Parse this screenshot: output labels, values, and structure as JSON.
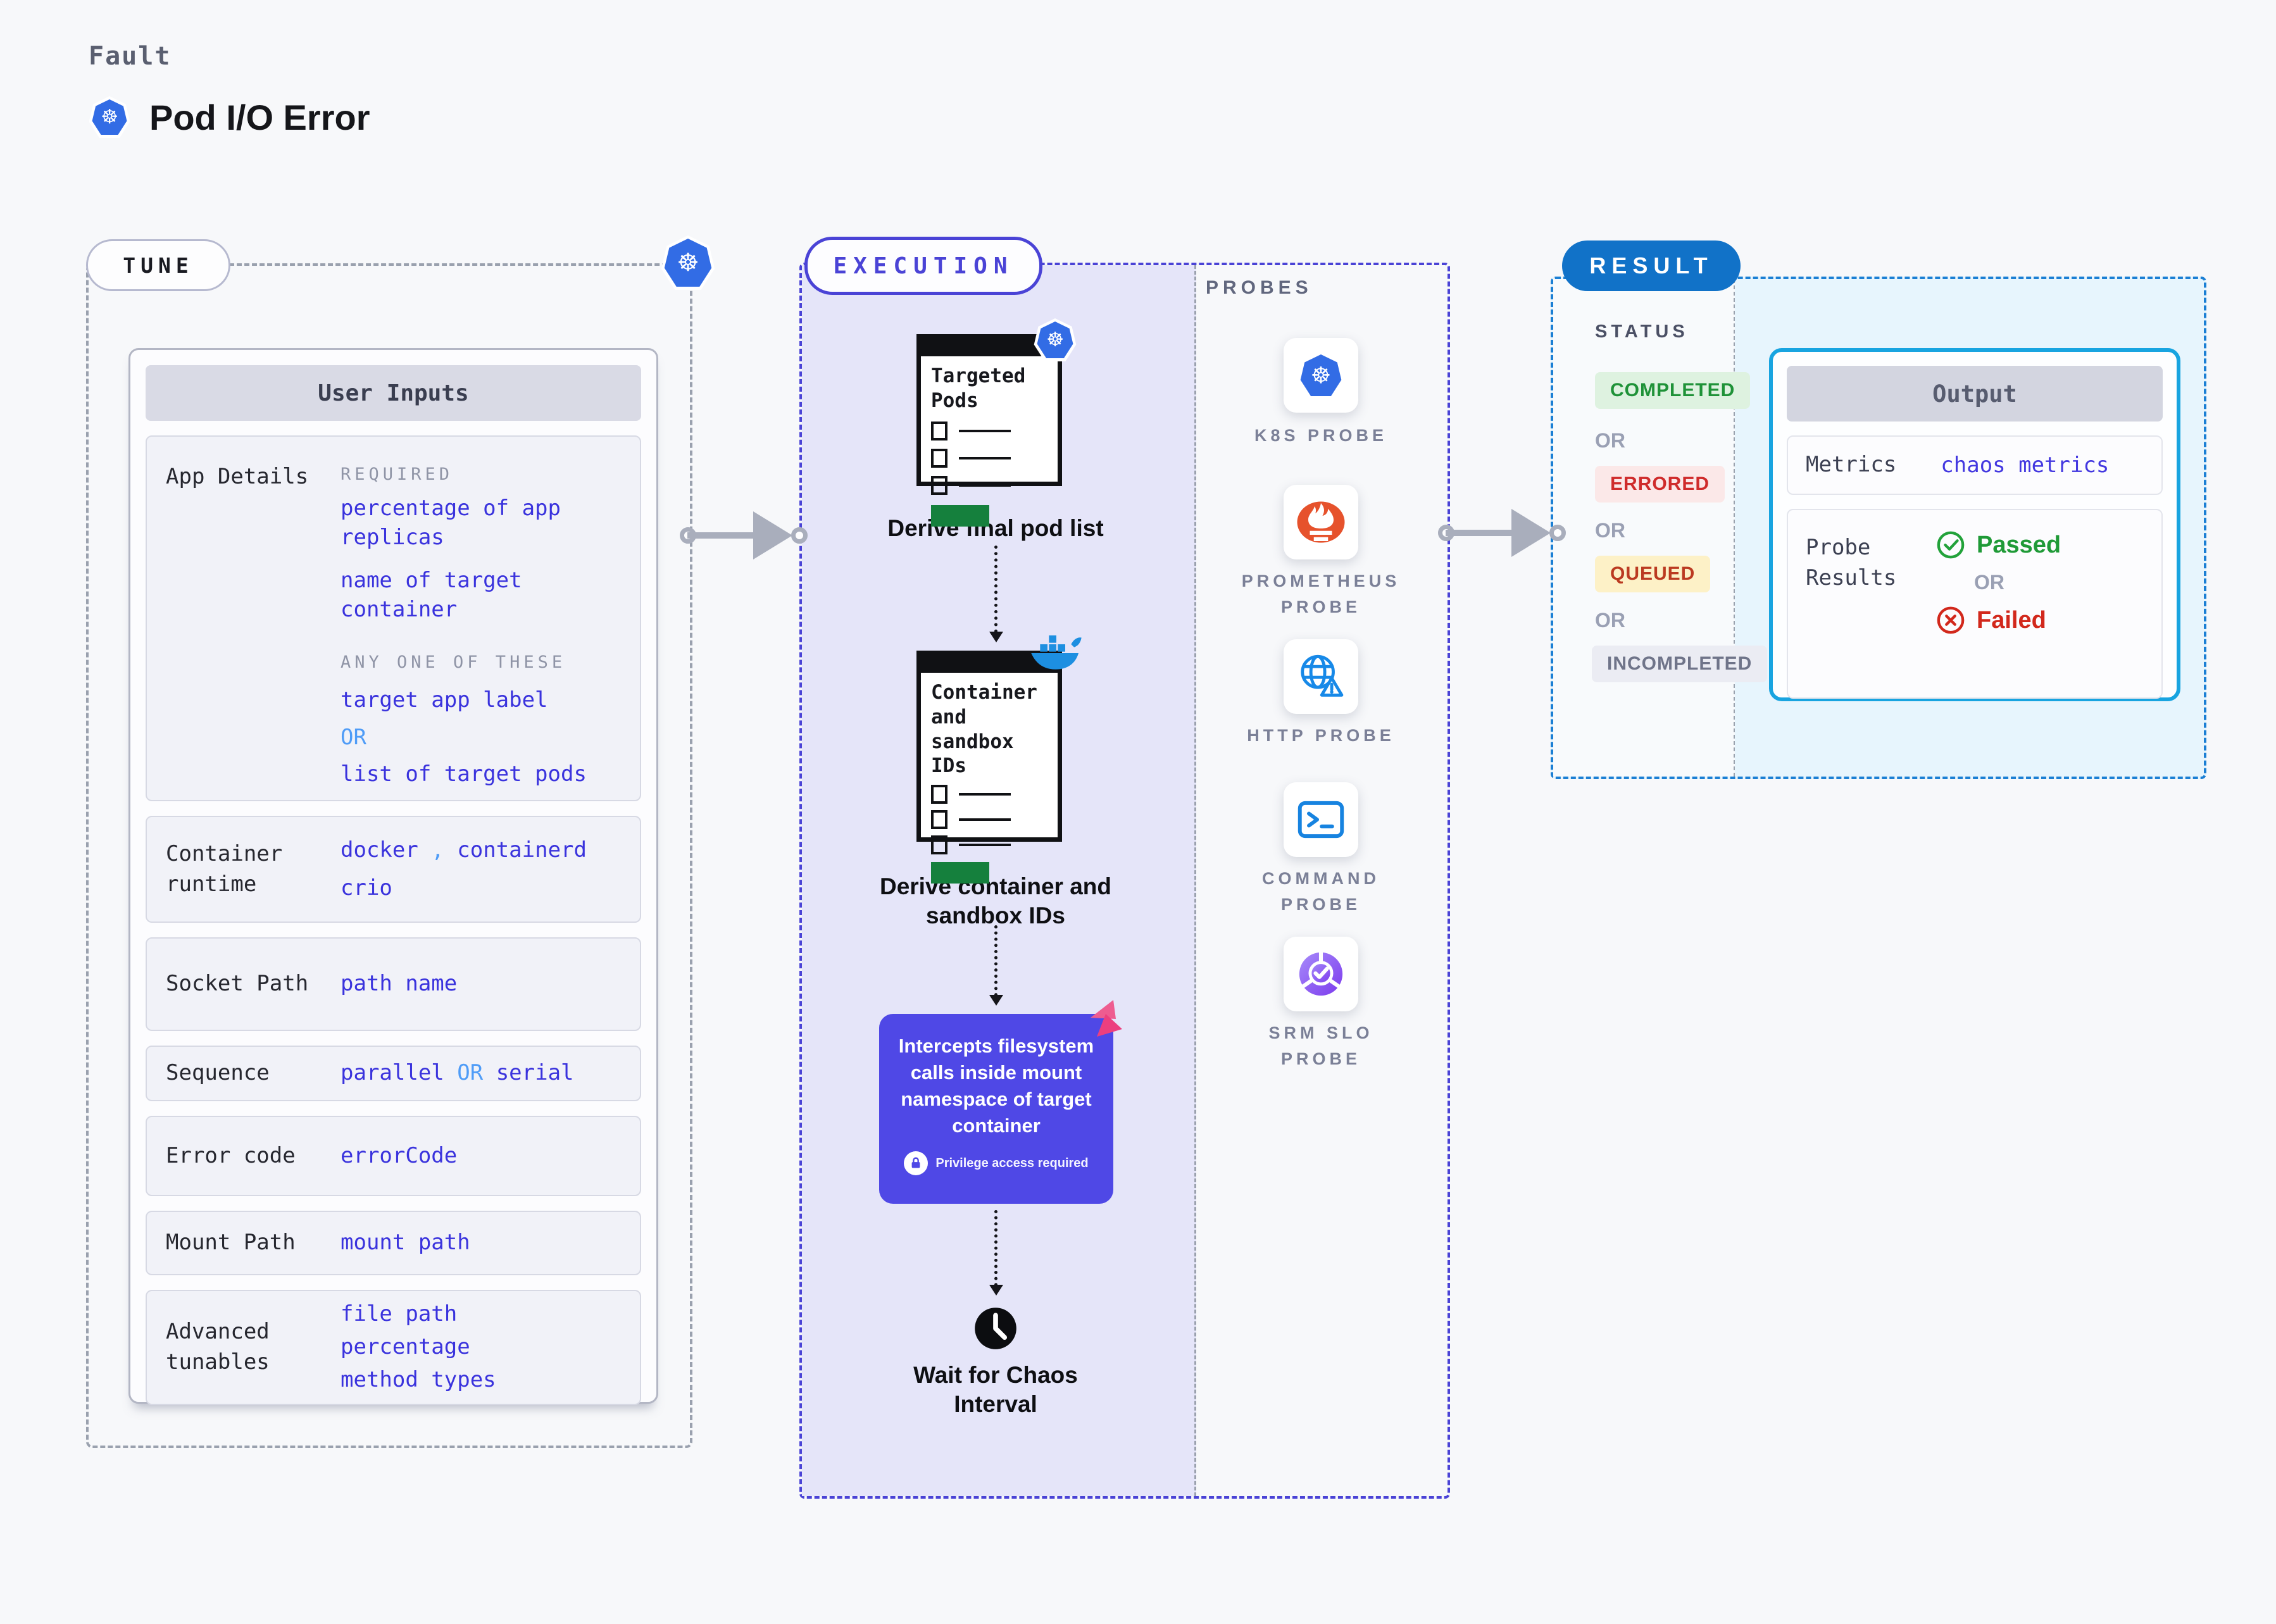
{
  "page": {
    "kicker": "Fault",
    "title": "Pod I/O Error"
  },
  "colors": {
    "accent_indigo": "#4a43d6",
    "accent_blue": "#1b7fd4",
    "value_indigo": "#3a33dd",
    "or_blue": "#4f9cf7",
    "k8s_blue": "#326ce5",
    "intercept_bg": "#4f48e6",
    "green": "#1f9238",
    "red": "#cf2b2b",
    "lavender": "#e5e5f9",
    "light_cyan": "#e7f5fd"
  },
  "tune": {
    "pill": "TUNE",
    "card_title": "User Inputs",
    "app_details": {
      "label": "App Details",
      "required_heading": "REQUIRED",
      "required_items": [
        "percentage of app replicas",
        "name of target container"
      ],
      "any_heading": "ANY ONE OF THESE",
      "any_first": "target app label",
      "or": "OR",
      "any_second": "list of target pods"
    },
    "container_runtime": {
      "label": "Container runtime",
      "v1": "docker",
      "comma": ",",
      "v2": "containerd",
      "v3": "crio"
    },
    "socket_path": {
      "label": "Socket Path",
      "value": "path name"
    },
    "sequence": {
      "label": "Sequence",
      "v1": "parallel",
      "or": "OR",
      "v2": "serial"
    },
    "error_code": {
      "label": "Error code",
      "value": "errorCode"
    },
    "mount_path": {
      "label": "Mount Path",
      "value": "mount path"
    },
    "advanced": {
      "label": "Advanced tunables",
      "values": [
        "file path",
        "percentage",
        "method types"
      ]
    }
  },
  "execution": {
    "pill": "EXECUTION",
    "step_pods": {
      "title": "Targeted Pods",
      "caption": "Derive final pod list"
    },
    "step_ids": {
      "title": "Container and sandbox IDs",
      "caption": "Derive container and sandbox IDs"
    },
    "step_intercept": {
      "text": "Intercepts filesystem calls inside mount namespace of target container",
      "badge": "Privilege access required"
    },
    "step_wait": {
      "caption": "Wait for Chaos Interval"
    }
  },
  "probes": {
    "heading": "PROBES",
    "items": [
      {
        "label": "K8S PROBE",
        "icon": "kubernetes-icon"
      },
      {
        "label": "PROMETHEUS PROBE",
        "icon": "prometheus-icon"
      },
      {
        "label": "HTTP PROBE",
        "icon": "globe-alert-icon"
      },
      {
        "label": "COMMAND PROBE",
        "icon": "terminal-icon"
      },
      {
        "label": "SRM SLO PROBE",
        "icon": "slo-donut-check-icon"
      }
    ]
  },
  "result": {
    "pill": "RESULT",
    "status_heading": "STATUS",
    "statuses": [
      {
        "text": "COMPLETED",
        "type": "completed"
      },
      {
        "text": "ERRORED",
        "type": "errored"
      },
      {
        "text": "QUEUED",
        "type": "queued"
      },
      {
        "text": "INCOMPLETED",
        "type": "incompleted"
      }
    ],
    "or": "OR",
    "output": {
      "title": "Output",
      "metrics_label": "Metrics",
      "metrics_value": "chaos metrics",
      "probe_results_label": "Probe Results",
      "passed": "Passed",
      "or": "OR",
      "failed": "Failed"
    }
  }
}
